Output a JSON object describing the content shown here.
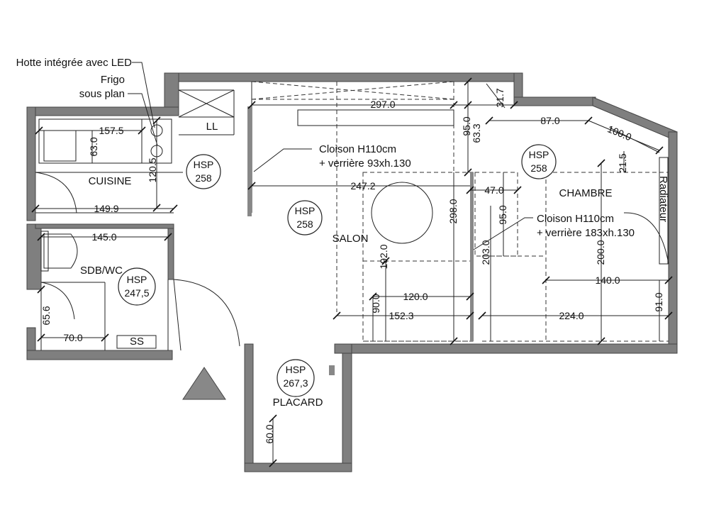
{
  "rooms": {
    "cuisine": "CUISINE",
    "salon": "SALON",
    "chambre": "CHAMBRE",
    "sdb": "SDB/WC",
    "placard": "PLACARD",
    "ll": "LL",
    "ss": "SS",
    "radiateur": "Radiateur"
  },
  "notes": {
    "hotte": "Hotte intégrée avec LED",
    "frigo_1": "Frigo",
    "frigo_2": "sous plan",
    "cloison1_1": "Cloison H110cm",
    "cloison1_2": "+ verrière 93xh.130",
    "cloison2_1": "Cloison H110cm",
    "cloison2_2": "+ verrière 183xh.130"
  },
  "hsp": {
    "label": "HSP",
    "cuisine": "258",
    "salon": "258",
    "chambre": "258",
    "sdb": "247,5",
    "placard": "267,3"
  },
  "dims": {
    "d297": "297.0",
    "d31_7": "31.7",
    "d87": "87.0",
    "d100": "100.0",
    "d95a": "95.0",
    "d63_3": "63.3",
    "d21_5": "21.5",
    "d157_5": "157.5",
    "d63": "63.0",
    "d120_5": "120.5",
    "d247_2": "247.2",
    "d47": "47.0",
    "d298": "298.0",
    "d95b": "95.0",
    "d203": "203.0",
    "d200": "200.0",
    "d149_9": "149.9",
    "d145": "145.0",
    "d192": "192.0",
    "d140": "140.0",
    "d120": "120.0",
    "d90": "90.0",
    "d152_3": "152.3",
    "d224": "224.0",
    "d91": "91.0",
    "d65_6": "65.6",
    "d70": "70.0",
    "d60": "60.0"
  }
}
